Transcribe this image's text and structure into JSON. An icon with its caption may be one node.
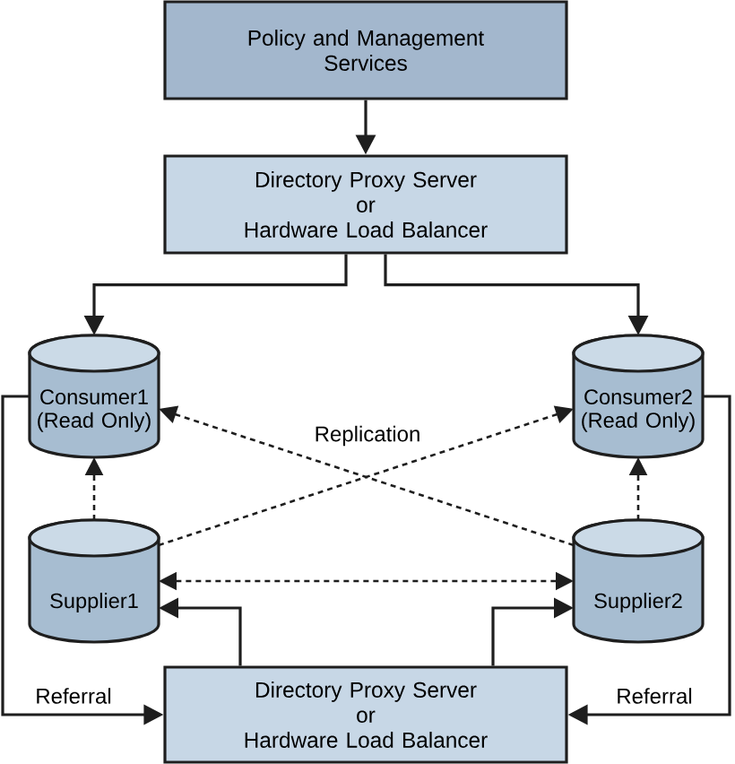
{
  "diagram": {
    "nodes": [
      {
        "text": [
          "Policy and Management Services"
        ]
      },
      {
        "text": [
          "Directory Proxy Server or Hardware Load Balancer"
        ]
      },
      {
        "text": [
          "Consumer1 (Read Only)"
        ]
      },
      {
        "text": [
          "Consumer2 (Read Only)"
        ]
      },
      {
        "text": [
          "Supplier1"
        ]
      },
      {
        "text": [
          "Supplier2"
        ]
      },
      {
        "text": [
          "Directory Proxy Server or Hardware Load Balancer"
        ]
      }
    ],
    "edges": [
      {
        "from": 0,
        "to": 1,
        "arrow": "to"
      },
      {
        "from": 1,
        "to": 2,
        "arrow": "to"
      },
      {
        "from": 1,
        "to": 3,
        "arrow": "to"
      },
      {
        "from": 4,
        "to": 2,
        "arrow": "to",
        "style": "dashed"
      },
      {
        "from": 5,
        "to": 3,
        "arrow": "to",
        "style": "dashed"
      },
      {
        "from": 4,
        "to": 3,
        "arrow": "to",
        "style": "dashed"
      },
      {
        "from": 5,
        "to": 2,
        "arrow": "to",
        "style": "dashed"
      },
      {
        "from": 4,
        "to": 5,
        "arrow": "both",
        "style": "dashed"
      },
      {
        "from": 6,
        "to": 4,
        "arrow": "to"
      },
      {
        "from": 6,
        "to": 5,
        "arrow": "to"
      },
      {
        "from": 2,
        "to": 6,
        "arrow": "to",
        "label": "Referral"
      },
      {
        "from": 3,
        "to": 6,
        "arrow": "to",
        "label": "Referral"
      }
    ],
    "labels": [
      "Replication"
    ]
  }
}
